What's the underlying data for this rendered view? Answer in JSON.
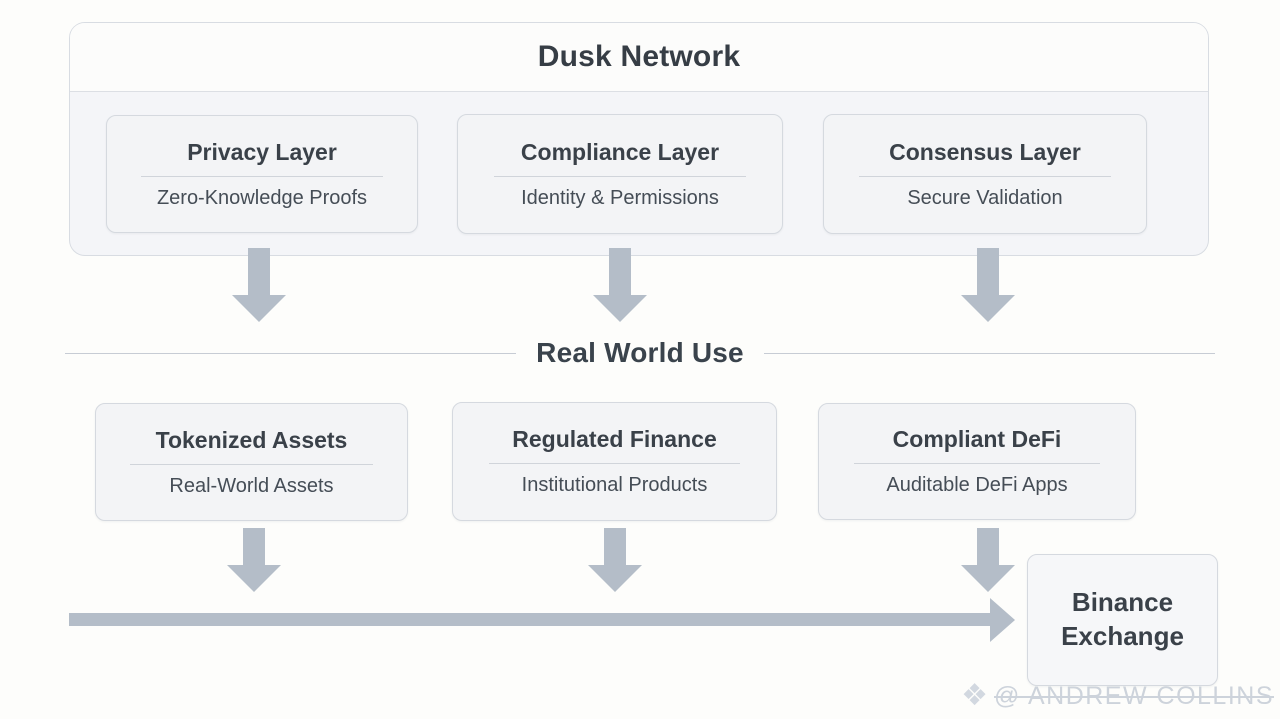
{
  "network": {
    "title": "Dusk Network",
    "layers": [
      {
        "title": "Privacy Layer",
        "subtitle": "Zero-Knowledge Proofs"
      },
      {
        "title": "Compliance Layer",
        "subtitle": "Identity & Permissions"
      },
      {
        "title": "Consensus Layer",
        "subtitle": "Secure Validation"
      }
    ]
  },
  "divider": {
    "label": "Real World Use"
  },
  "use_cases": [
    {
      "title": "Tokenized Assets",
      "subtitle": "Real-World Assets"
    },
    {
      "title": "Regulated Finance",
      "subtitle": "Institutional Products"
    },
    {
      "title": "Compliant DeFi",
      "subtitle": "Auditable DeFi Apps"
    }
  ],
  "destination": {
    "title": "Binance Exchange"
  },
  "watermark": {
    "text": "@ ANDREW COLLINS",
    "icon": "diamond-logo"
  },
  "colors": {
    "arrow": "#b4bdc8",
    "card_background": "#f3f4f6",
    "card_border": "#d5d9df",
    "title_text": "#3a4149",
    "page_background": "#fdfdfb"
  }
}
